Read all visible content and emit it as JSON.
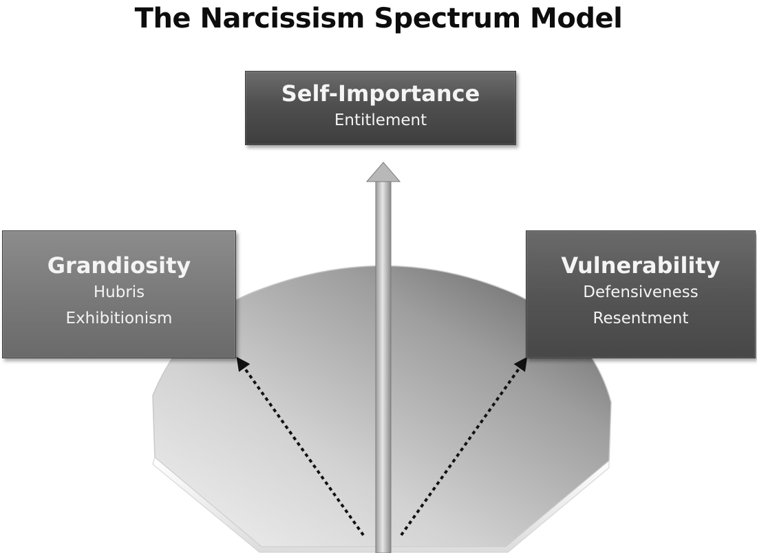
{
  "title": "The Narcissism Spectrum Model",
  "nodes": {
    "top": {
      "heading": "Self-Importance",
      "traits": [
        "Entitlement"
      ]
    },
    "left": {
      "heading": "Grandiosity",
      "traits": [
        "Hubris",
        "Exhibitionism"
      ]
    },
    "right": {
      "heading": "Vulnerability",
      "traits": [
        "Defensiveness",
        "Resentment"
      ]
    }
  },
  "colors": {
    "box_top": "#4f4f4f",
    "box_left": "#7a7a7a",
    "box_right": "#555555",
    "arrow": "#a8a8a8",
    "text": "#f4f4f4",
    "title": "#0d0d0d"
  }
}
